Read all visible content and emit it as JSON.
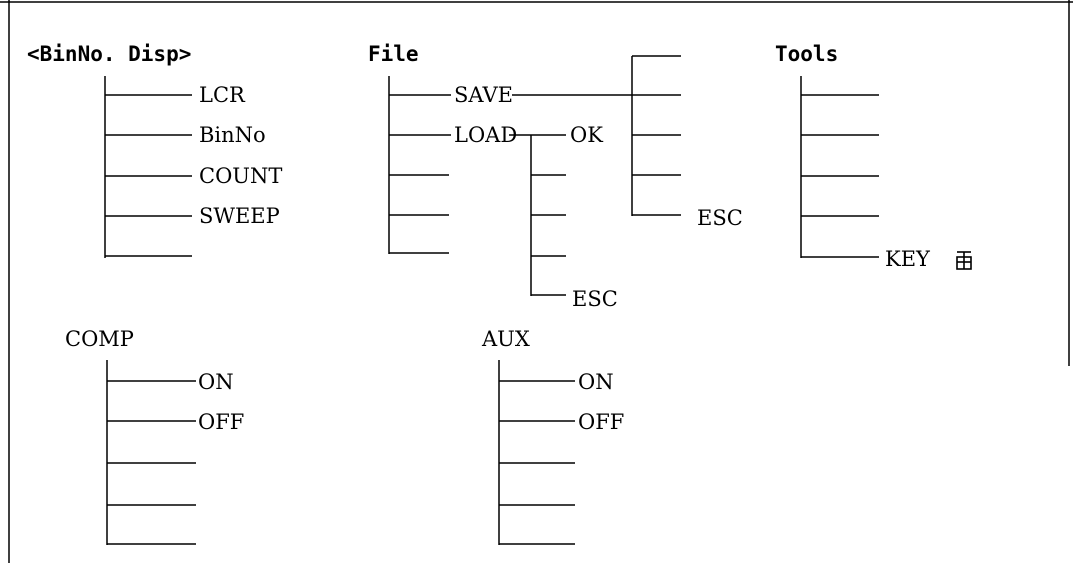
{
  "bin_disp": {
    "heading": "<BinNo. Disp>",
    "items": [
      "LCR",
      "BinNo",
      "COUNT",
      "SWEEP",
      ""
    ]
  },
  "file": {
    "heading": "File",
    "items": [
      "SAVE",
      "LOAD",
      "",
      "",
      ""
    ],
    "load_sub": [
      "OK",
      "",
      "",
      "",
      "ESC"
    ],
    "save_sub": [
      "",
      "",
      "",
      "",
      "ESC"
    ]
  },
  "tools": {
    "heading": "Tools",
    "items": [
      "",
      "",
      "",
      "",
      "KEY"
    ],
    "key_icon": "lock-icon"
  },
  "comp": {
    "heading": "COMP",
    "items": [
      "ON",
      "OFF",
      "",
      "",
      ""
    ]
  },
  "aux": {
    "heading": "AUX",
    "items": [
      "ON",
      "OFF",
      "",
      "",
      ""
    ]
  }
}
